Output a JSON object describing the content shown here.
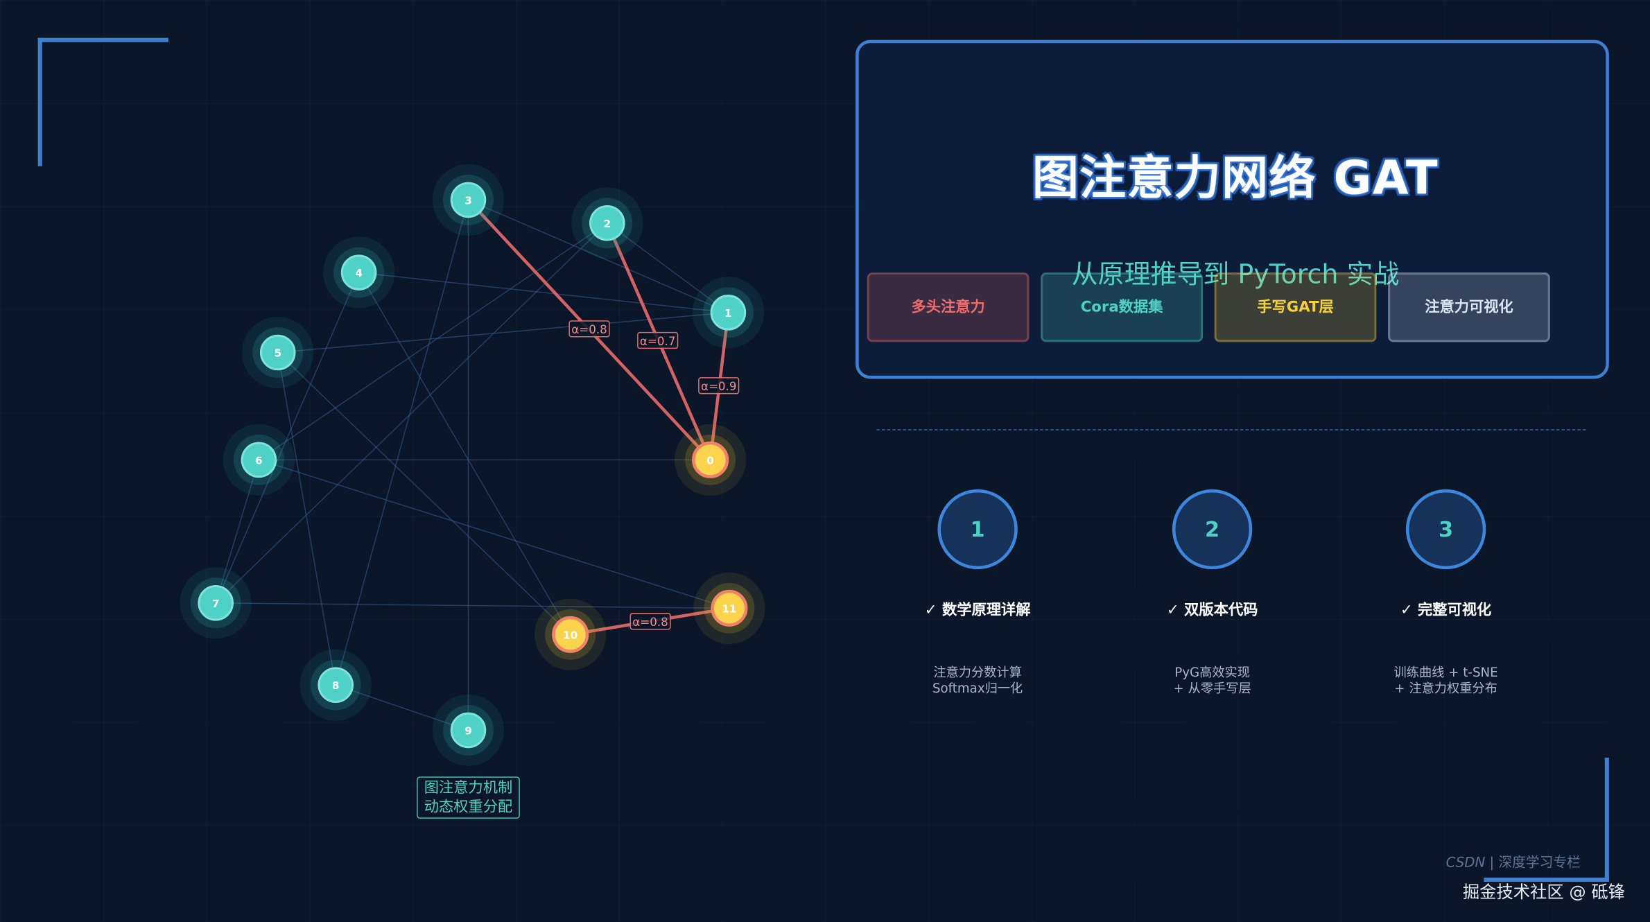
{
  "graph": {
    "nodes": [
      {
        "id": "0",
        "highlight": true
      },
      {
        "id": "1",
        "highlight": false
      },
      {
        "id": "2",
        "highlight": false
      },
      {
        "id": "3",
        "highlight": false
      },
      {
        "id": "4",
        "highlight": false
      },
      {
        "id": "5",
        "highlight": false
      },
      {
        "id": "6",
        "highlight": false
      },
      {
        "id": "7",
        "highlight": false
      },
      {
        "id": "8",
        "highlight": false
      },
      {
        "id": "9",
        "highlight": false
      },
      {
        "id": "10",
        "highlight": true
      },
      {
        "id": "11",
        "highlight": true
      }
    ],
    "edges": [
      [
        "3",
        "1"
      ],
      [
        "2",
        "1"
      ],
      [
        "4",
        "1"
      ],
      [
        "5",
        "1"
      ],
      [
        "2",
        "6"
      ],
      [
        "2",
        "7"
      ],
      [
        "6",
        "0"
      ],
      [
        "6",
        "11"
      ],
      [
        "7",
        "11"
      ],
      [
        "4",
        "10"
      ],
      [
        "5",
        "10"
      ],
      [
        "3",
        "8"
      ],
      [
        "3",
        "9"
      ],
      [
        "4",
        "7"
      ],
      [
        "5",
        "8"
      ],
      [
        "8",
        "9"
      ],
      [
        "6",
        "7"
      ]
    ],
    "attention_edges": [
      {
        "from": "3",
        "to": "0",
        "label": "α=0.8"
      },
      {
        "from": "2",
        "to": "0",
        "label": "α=0.7"
      },
      {
        "from": "1",
        "to": "0",
        "label": "α=0.9"
      },
      {
        "from": "10",
        "to": "11",
        "label": "α=0.8"
      }
    ],
    "caption": [
      "图注意力机制",
      "动态权重分配"
    ]
  },
  "title_card": {
    "title": "图注意力网络 GAT",
    "subtitle": "从原理推导到 PyTorch 实战",
    "tags": [
      {
        "label": "多头注意力",
        "color": "#ef6b6b"
      },
      {
        "label": "Cora数据集",
        "color": "#4fd1c5"
      },
      {
        "label": "手写GAT层",
        "color": "#f7cf3a"
      },
      {
        "label": "注意力可视化",
        "color": "#d9e4f0"
      }
    ]
  },
  "features": [
    {
      "number": "1",
      "heading": "✓ 数学原理详解",
      "desc": [
        "注意力分数计算",
        "Softmax归一化"
      ]
    },
    {
      "number": "2",
      "heading": "✓ 双版本代码",
      "desc": [
        "PyG高效实现",
        "+ 从零手写层"
      ]
    },
    {
      "number": "3",
      "heading": "✓ 完整可视化",
      "desc": [
        "训练曲线 + t-SNE",
        "+ 注意力权重分布"
      ]
    }
  ],
  "footer": {
    "csdn_brand": "CSDN",
    "csdn_rest": " | 深度学习专栏",
    "juejin": "掘金技术社区 @ 砥锋"
  },
  "colors": {
    "node_fill": "#4fd1c5",
    "node_highlight": "#fcd34d",
    "attention_edge": "#e86a6a",
    "accent_blue": "#3d7fd2"
  }
}
